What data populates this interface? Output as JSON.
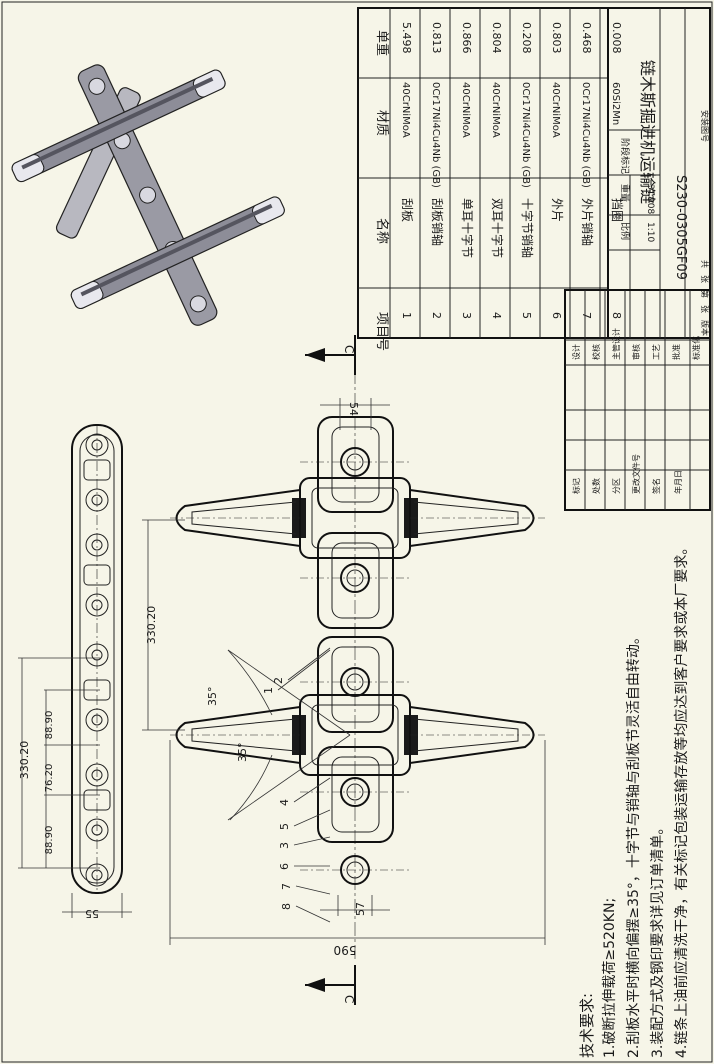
{
  "drawing": {
    "title": "链木斯掘进机运输链",
    "code": "S230-0305GF09",
    "scale": "1:10",
    "qty": "3T.908",
    "view_label": "C",
    "stamp_text": "安装图号"
  },
  "parts_table": {
    "headers": [
      "项目号",
      "名称",
      "材质",
      "单重"
    ],
    "rows": [
      {
        "no": "1",
        "name": "刮板",
        "material": "40CrNiMoA",
        "weight": "5.498"
      },
      {
        "no": "2",
        "name": "刮板销轴",
        "material": "0Cr17Ni4Cu4Nb (GB)",
        "weight": "0.813"
      },
      {
        "no": "3",
        "name": "单耳十字节",
        "material": "40CrNiMoA",
        "weight": "0.866"
      },
      {
        "no": "4",
        "name": "双耳十字节",
        "material": "40CrNiMoA",
        "weight": "0.804"
      },
      {
        "no": "5",
        "name": "十字节销轴",
        "material": "0Cr17Ni4Cu4Nb (GB)",
        "weight": "0.208"
      },
      {
        "no": "6",
        "name": "外片",
        "material": "40CrNiMoA",
        "weight": "0.803"
      },
      {
        "no": "7",
        "name": "外片销轴",
        "material": "0Cr17Ni4Cu4Nb (GB)",
        "weight": "0.468"
      },
      {
        "no": "8",
        "name": "挡圈",
        "material": "60Si2Mn",
        "weight": "0.008"
      }
    ]
  },
  "title_block": {
    "cols": [
      "标记",
      "处数",
      "分区",
      "更改文件号",
      "签名",
      "年月日"
    ],
    "rows": [
      "设计",
      "校核",
      "主管设计",
      "审核",
      "工艺",
      "批准",
      "标准化"
    ],
    "labels": [
      "阶段标记",
      "重量",
      "比例"
    ],
    "bottom": [
      "共",
      "张",
      "第",
      "张",
      "版本"
    ]
  },
  "dimensions": {
    "d54": "54",
    "d57": "57",
    "d55": "55",
    "d590": "590",
    "d330_main": "330.20",
    "d330_side": "330.20",
    "d88_top": "88.90",
    "d76": "76.20",
    "d88_bot": "88.90",
    "angle_a": "35°",
    "angle_b": "35°"
  },
  "balloons": [
    "1",
    "2",
    "4",
    "5",
    "3",
    "6",
    "7",
    "8"
  ],
  "notes": {
    "heading": "技术要求:",
    "items": [
      "1.破断拉伸载荷≥520KN;",
      "2.刮板水平时横向偏摆≥35°，十字节与销轴与刮板节灵活自由转动。",
      "3.装配方式及钢印要求详见订单清单。",
      "4.链条上油前应清洗干净，有关标记包装运输存放等均应达到客户要求或本厂要求。"
    ]
  },
  "colors": {
    "paper": "#f6f5e8",
    "line": "#1a1a1a"
  }
}
